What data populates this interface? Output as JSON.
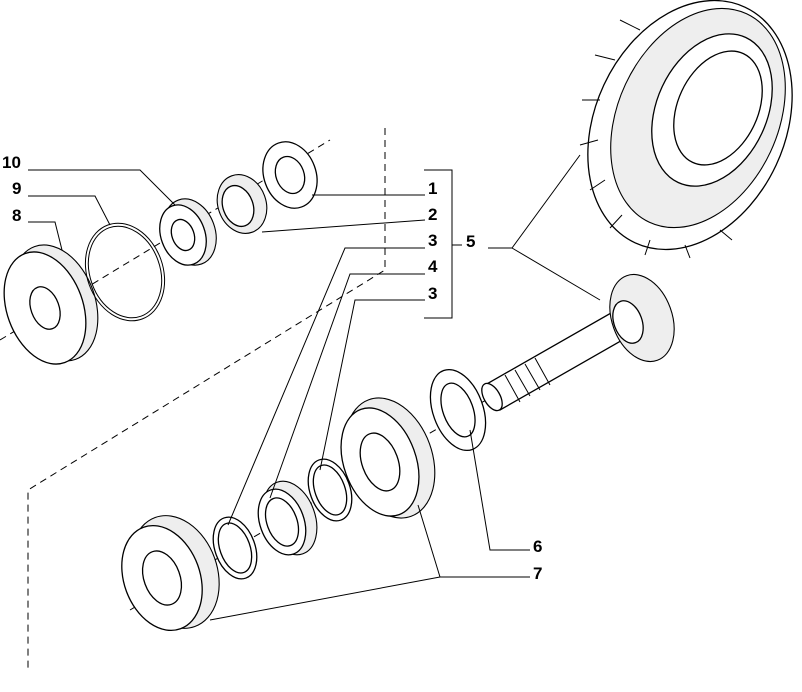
{
  "diagram": {
    "type": "exploded-parts-view",
    "callouts": {
      "c10": "10",
      "c9": "9",
      "c8": "8",
      "c1": "1",
      "c2": "2",
      "c3a": "3",
      "c4": "4",
      "c3b": "3",
      "c5": "5",
      "c6": "6",
      "c7": "7"
    }
  }
}
